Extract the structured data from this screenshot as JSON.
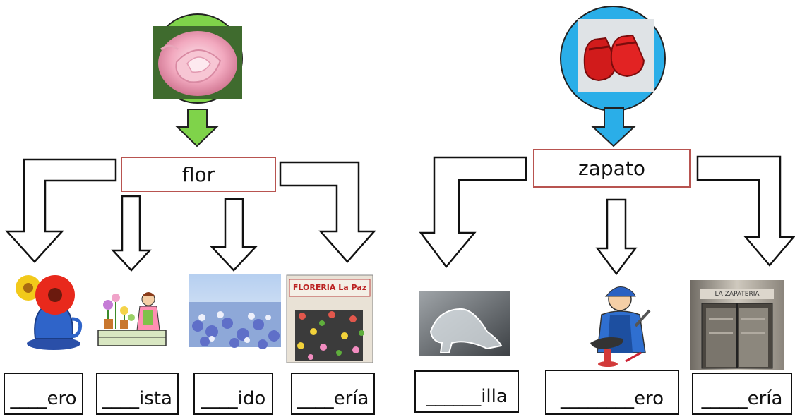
{
  "left": {
    "root_word": "flor",
    "circle_color": "#7fd34a",
    "arrow_color": "#7fd34a",
    "pictures": [
      "rose-photo",
      "flower-vase",
      "florist-stand",
      "flower-field",
      "flower-shop"
    ],
    "shop_sign": "FLORERIA La Paz",
    "answers": [
      {
        "blank": "____",
        "suffix": "ero"
      },
      {
        "blank": "____",
        "suffix": "ista"
      },
      {
        "blank": "____",
        "suffix": "ido"
      },
      {
        "blank": "____",
        "suffix": "ería"
      }
    ]
  },
  "right": {
    "root_word": "zapato",
    "circle_color": "#2aaee8",
    "arrow_color": "#2aaee8",
    "pictures": [
      "red-shoes-photo",
      "glass-slipper",
      "shoemaker",
      "shoe-store"
    ],
    "shop_sign": "LA ZAPATERIA",
    "answers": [
      {
        "blank": "______",
        "suffix": "illa"
      },
      {
        "blank": "________",
        "suffix": "ero"
      },
      {
        "blank": "_____",
        "suffix": "ería"
      }
    ]
  }
}
